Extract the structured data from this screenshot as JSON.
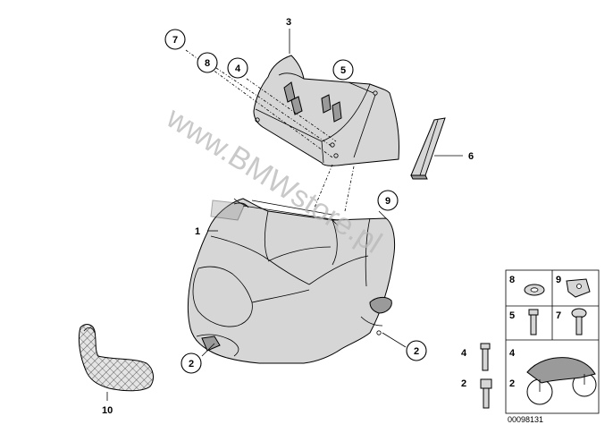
{
  "callouts": {
    "c1": "1",
    "c2a": "2",
    "c2b": "2",
    "c3": "3",
    "c4": "4",
    "c5": "5",
    "c6": "6",
    "c7": "7",
    "c8": "8",
    "c9": "9",
    "c10": "10"
  },
  "legend": {
    "cells": [
      "8",
      "9",
      "5",
      "7",
      "4",
      "2"
    ]
  },
  "watermark": "www.BMWstore.pl",
  "catalog_number": "00098131"
}
